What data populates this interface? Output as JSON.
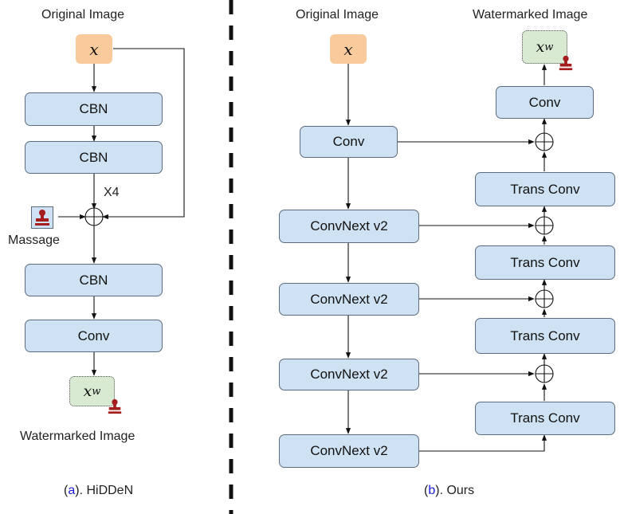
{
  "left_panel": {
    "input_title": "Original Image",
    "input_symbol": "x",
    "blocks": [
      "CBN",
      "CBN",
      "CBN",
      "Conv"
    ],
    "repeat_label": "X4",
    "message_label": "Massage",
    "output_symbol": "x",
    "output_subscript": "w",
    "output_title": "Watermarked Image",
    "caption_letter": "a",
    "caption_rest": "). HiDDeN"
  },
  "right_panel": {
    "input_title": "Original Image",
    "input_symbol": "x",
    "output_title": "Watermarked Image",
    "output_symbol": "x",
    "output_subscript": "w",
    "encoder_blocks": [
      "Conv",
      "ConvNext v2",
      "ConvNext v2",
      "ConvNext v2",
      "ConvNext v2"
    ],
    "decoder_blocks": [
      "Conv",
      "Trans Conv",
      "Trans Conv",
      "Trans Conv",
      "Trans Conv"
    ],
    "caption_letter": "b",
    "caption_rest": "). Ours"
  },
  "colors": {
    "block_fill": "#cfe2f3",
    "input_fill": "#f9cb9c",
    "output_fill": "#d9ead3",
    "stamp": "#a51d1d",
    "caption_letter": "#1a1adc"
  }
}
